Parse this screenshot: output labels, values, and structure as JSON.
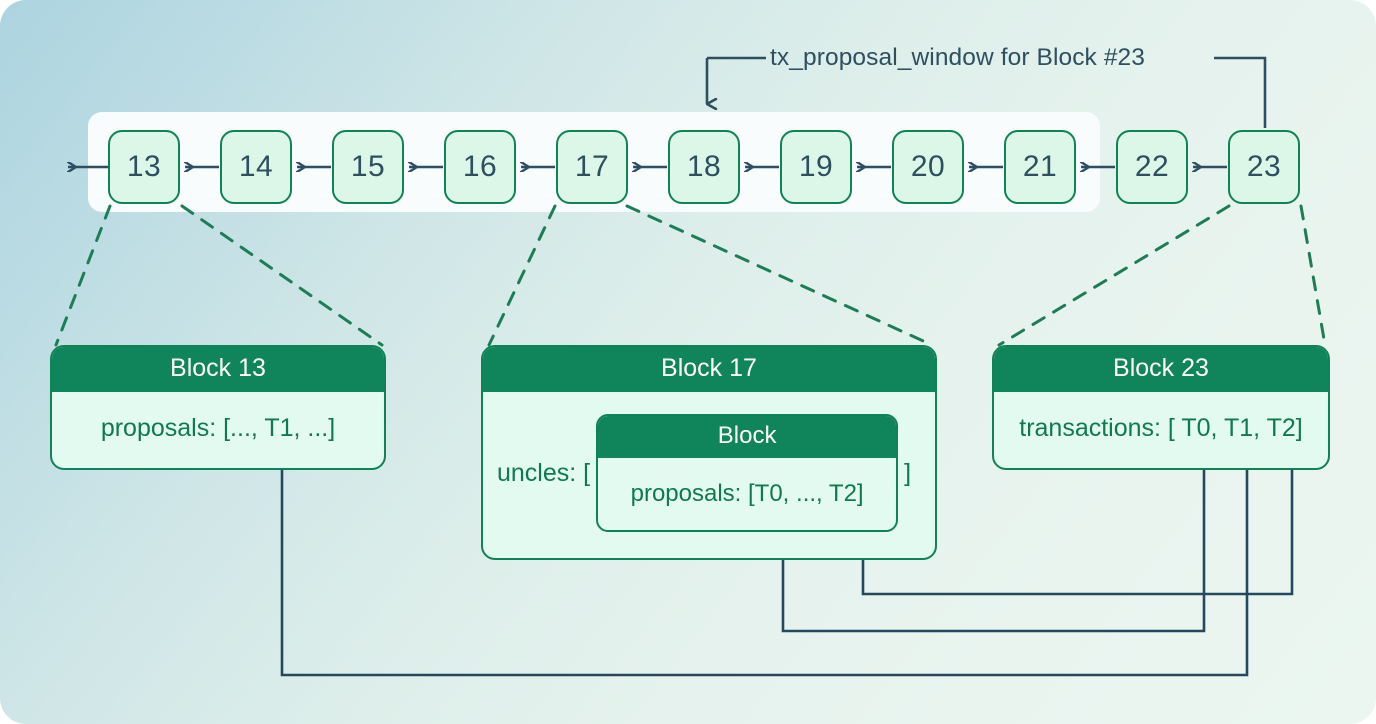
{
  "diagram": {
    "title": "tx_proposal_window for Block #23",
    "annotation": {
      "label": "tx_proposal_window for Block #23"
    },
    "colors": {
      "accent_green": "#10845a",
      "block_fill": "#dcf7e8",
      "card_body_fill": "#e2faef",
      "line_navy": "#2d4f60",
      "band": "#f8fcfd",
      "bg_from": "#acd4e0",
      "bg_to": "#ebf6f1"
    },
    "chain": {
      "blocks": [
        {
          "label": "13",
          "in_window": true
        },
        {
          "label": "14",
          "in_window": true
        },
        {
          "label": "15",
          "in_window": true
        },
        {
          "label": "16",
          "in_window": true
        },
        {
          "label": "17",
          "in_window": true
        },
        {
          "label": "18",
          "in_window": true
        },
        {
          "label": "19",
          "in_window": true
        },
        {
          "label": "20",
          "in_window": true
        },
        {
          "label": "21",
          "in_window": true
        },
        {
          "label": "22",
          "in_window": false
        },
        {
          "label": "23",
          "in_window": false
        }
      ]
    },
    "cards": {
      "block13": {
        "header": "Block 13",
        "body": "proposals: [..., T1, ...]"
      },
      "block17": {
        "header": "Block 17",
        "uncles_open": "uncles: [",
        "uncles_close": "]",
        "nested": {
          "header": "Block",
          "body": "proposals: [T0, ..., T2]"
        }
      },
      "block23": {
        "header": "Block 23",
        "body": "transactions: [ T0, T1, T2]"
      }
    },
    "connectors": [
      {
        "name": "T1",
        "marker": "circle",
        "from": "block13-proposals",
        "to": "block23-transactions"
      },
      {
        "name": "T0",
        "marker": "diamond",
        "from": "block17-uncle-proposals",
        "to": "block23-transactions"
      },
      {
        "name": "T2",
        "marker": "triangle",
        "from": "block17-uncle-proposals",
        "to": "block23-transactions"
      }
    ]
  }
}
